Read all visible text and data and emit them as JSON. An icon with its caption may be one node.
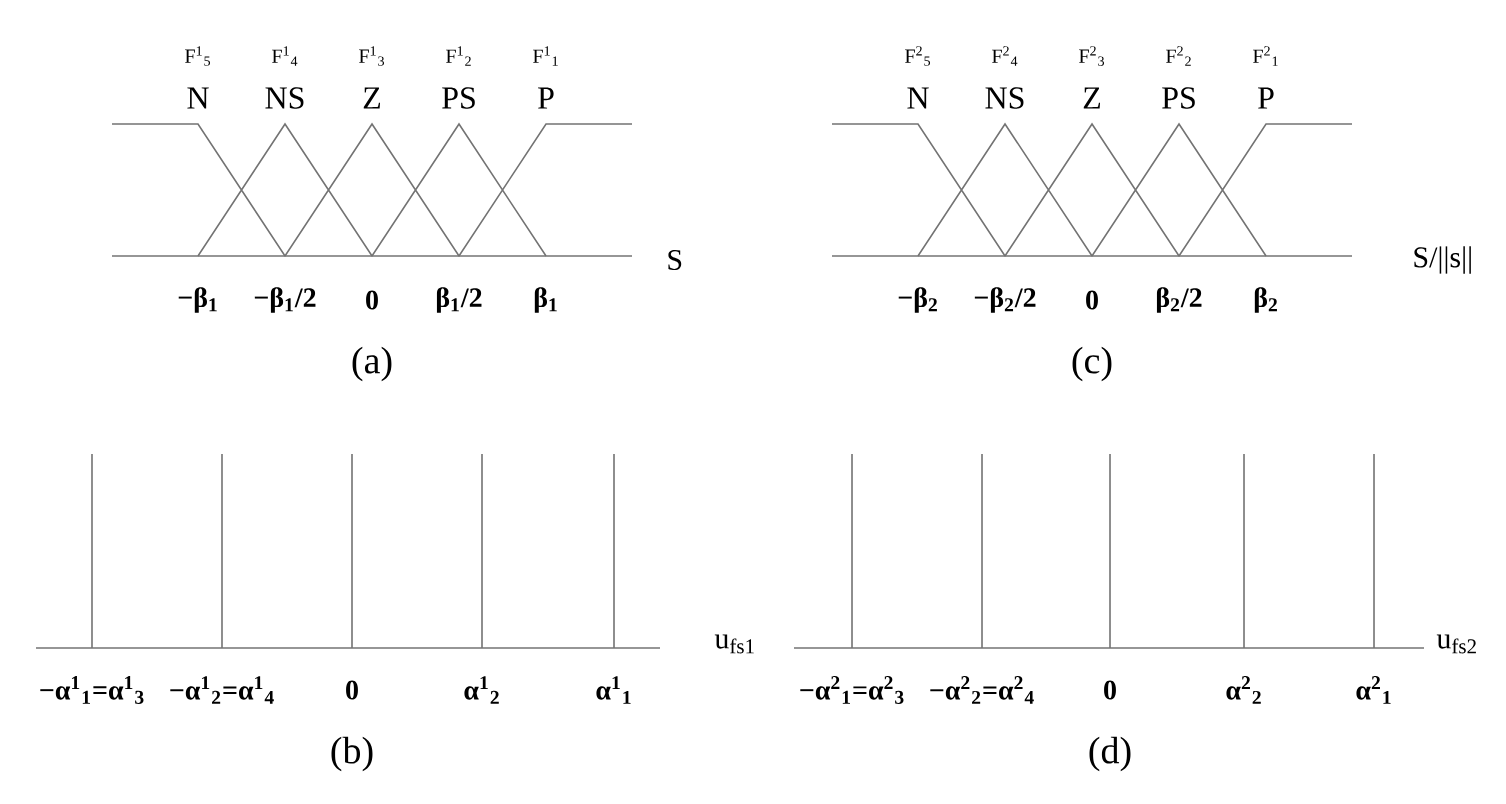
{
  "diagram": {
    "labels": [
      "F$^{1}$$_{5}$",
      "F$^{1}$$_{4}$",
      "F$^{1}$$_{3}$",
      "F$^{1}$$_{2}$",
      "F$^{1}$$_{1}$",
      "N",
      "NS",
      "Z",
      "PS",
      "P",
      "S",
      "−β$_{1}$",
      "−β$_{1}$/2",
      "0",
      "β$_{1}$/2",
      "β$_{1}$",
      "(a)",
      "F$^{2}$$_{5}$",
      "F$^{2}$$_{4}$",
      "F$^{2}$$_{3}$",
      "F$^{2}$$_{2}$",
      "F$^{2}$$_{1}$",
      "N",
      "NS",
      "Z",
      "PS",
      "P",
      "S/||s||",
      "−β$_{2}$",
      "−β$_{2}$/2",
      "0",
      "β$_{2}$/2",
      "β$_{2}$",
      "(c)",
      "u$_{fs1}$",
      "−α$^{1}$$_{1}$=α$^{1}$$_{3}$",
      "−α$^{1}$$_{2}$=α$^{1}$$_{4}$",
      "0",
      "α$^{1}$$_{2}$",
      "α$^{1}$$_{1}$",
      "(b)",
      "u$_{fs2}$",
      "−α$^{2}$$_{1}$=α$^{2}$$_{3}$",
      "−α$^{2}$$_{2}$=α$^{2}$$_{4}$",
      "0",
      "α$^{2}$$_{2}$",
      "α$^{2}$$_{1}$",
      "(d)"
    ]
  }
}
